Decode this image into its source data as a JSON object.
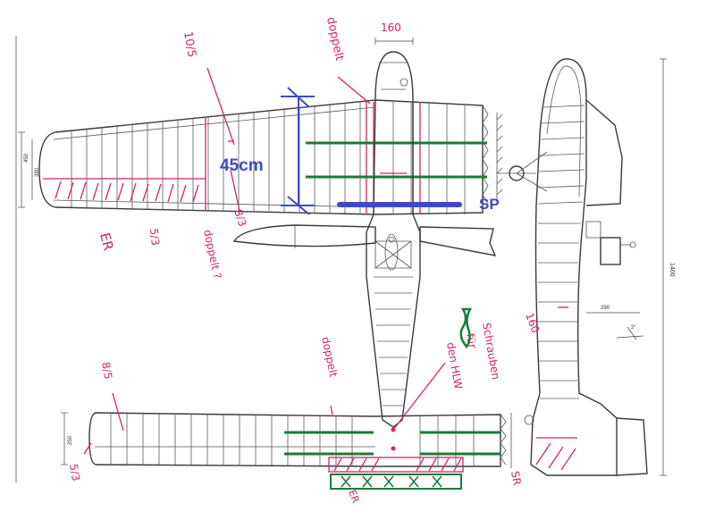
{
  "printed": {
    "fuselage_width": "160",
    "wing_chord_outer": "450",
    "wing_chord_inner": "380",
    "stab_chord": "250",
    "length": "1400",
    "fin_offset": "290",
    "angle": "2°"
  },
  "handwritten": {
    "spar_top": "10/5",
    "doppelt_fuselage": "doppelt",
    "doppelt_wing": "doppelt ?",
    "spar_8_3": "8/3",
    "spar_5_3": "5/3",
    "er": "ER",
    "dim_160_side": "160",
    "doppelt_tail": "doppelt",
    "schrauben": "Schrauben",
    "fuer": "für",
    "den_hlw": "den HLW",
    "spar_8_5": "8/5",
    "spar_5_3_tail": "5/3",
    "sr": "SR",
    "er_tail": "ER"
  },
  "annotations": {
    "distance": "45cm",
    "cg_label": "SP"
  },
  "colors": {
    "pencil": "#3a3a3a",
    "pink": "#d1246a",
    "blue": "#3c4bc4",
    "green": "#1a7a3a"
  }
}
